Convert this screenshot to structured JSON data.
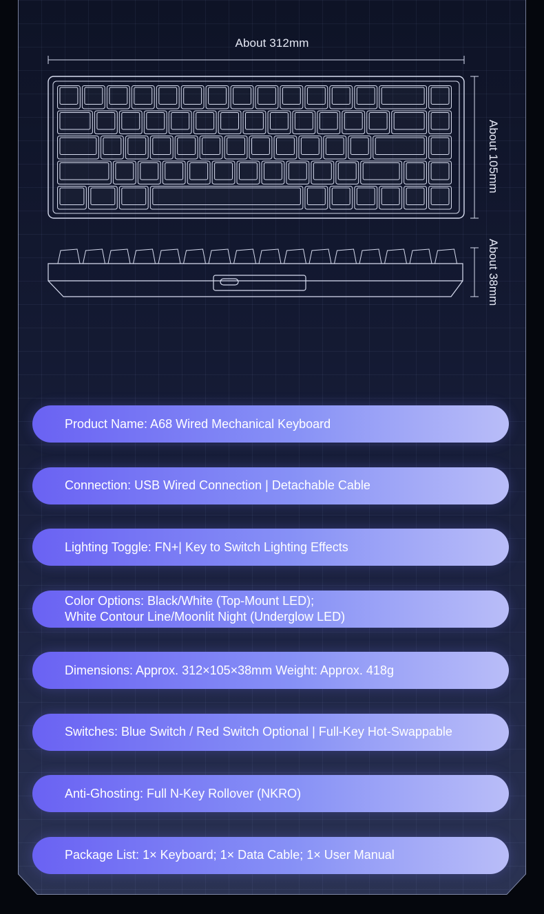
{
  "dimensions": {
    "width_label": "About 312mm",
    "height_label": "About 105mm",
    "depth_label": "About 38mm"
  },
  "specs": [
    {
      "text": "Product Name: A68 Wired Mechanical Keyboard"
    },
    {
      "text": "Connection: USB Wired Connection | Detachable Cable"
    },
    {
      "text": "Lighting Toggle: FN+| Key to Switch Lighting Effects"
    },
    {
      "text": "Color Options: Black/White (Top-Mount LED);\nWhite Contour Line/Moonlit Night (Underglow LED)"
    },
    {
      "text": "Dimensions: Approx. 312×105×38mm   Weight: Approx. 418g"
    },
    {
      "text": "Switches: Blue Switch / Red Switch Optional | Full-Key Hot-Swappable"
    },
    {
      "text": "Anti-Ghosting: Full N-Key Rollover (NKRO)"
    },
    {
      "text": "Package List: 1× Keyboard; 1× Data Cable; 1× User Manual"
    }
  ],
  "colors": {
    "pill_start": "#6a62f3",
    "pill_end": "#b9bdf8",
    "line": "#d7dcef"
  }
}
